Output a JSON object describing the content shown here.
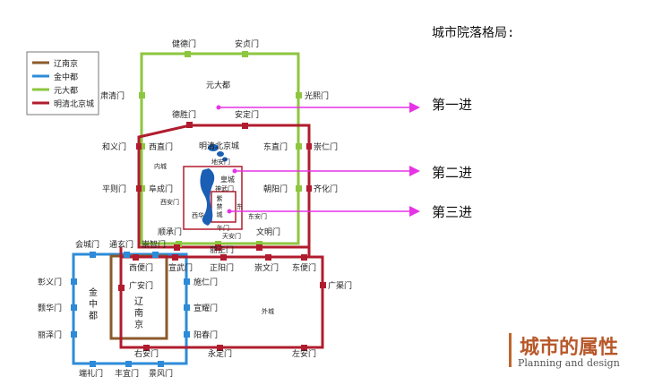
{
  "page": {
    "heading": "城市院落格局:",
    "levels": [
      "第一进",
      "第二进",
      "第三进"
    ],
    "brand_title": "城市的属性",
    "brand_subtitle": "Planning and design"
  },
  "legend": {
    "items": [
      {
        "label": "辽南京",
        "color": "#8b5a2b"
      },
      {
        "label": "金中都",
        "color": "#2e8bd8"
      },
      {
        "label": "元大都",
        "color": "#8dc63f"
      },
      {
        "label": "明清北京城",
        "color": "#b01c2e"
      }
    ]
  },
  "colors": {
    "liao": "#8b5a2b",
    "jin": "#2e8bd8",
    "yuan": "#8dc63f",
    "ming": "#b01c2e",
    "lake": "#1a5fb4",
    "arrow": "#e633e6"
  },
  "gates": {
    "jiande": "健德门",
    "anzhen": "安贞门",
    "suqing": "肃清门",
    "guangxi": "光熙门",
    "desheng": "德胜门",
    "anding": "安定门",
    "heyi": "和义门",
    "xizhi": "西直门",
    "dongzhi": "东直门",
    "chongren": "崇仁门",
    "pingze": "平则门",
    "fucheng": "阜成门",
    "chaoyang": "朝阳门",
    "qihua": "齐化门",
    "shuncheng": "顺承门",
    "wenming": "文明门",
    "lizheng": "丽正门",
    "huicheng": "会城门",
    "tongxuan": "通玄门",
    "chongzhi": "崇智门",
    "xibian": "西便门",
    "xuanwu": "宣武门",
    "zhengyang": "正阳门",
    "chongwen": "崇文门",
    "dongbian": "东便门",
    "zhangyi": "彰义门",
    "guanganmen": "广安门",
    "shiren": "施仁门",
    "guangqu": "广渠门",
    "haohua": "颢华门",
    "xuanyao": "宣耀门",
    "liyang": "丽泽门",
    "yangchun": "阳春门",
    "youanmen": "右安门",
    "yongding": "永定门",
    "zuoanmen": "左安门",
    "duanli": "端礼门",
    "fengyi": "丰宜门",
    "jingfeng": "景风门"
  },
  "labels": {
    "yuandadu": "元大都",
    "mingqing": "明清北京城",
    "neicheng": "内城",
    "waicheng": "外城",
    "jinzhongdu": "金中都",
    "liaonanjing": "辽南京",
    "huangcheng": "皇城",
    "shenwu": "神武门",
    "dianyuan": "地安门",
    "zijincheng": "紫禁城",
    "tiananmen": "天安门",
    "wumen": "午门",
    "xianmen": "西安门",
    "dongan": "东安门",
    "dong": "东",
    "xihua": "西华"
  }
}
